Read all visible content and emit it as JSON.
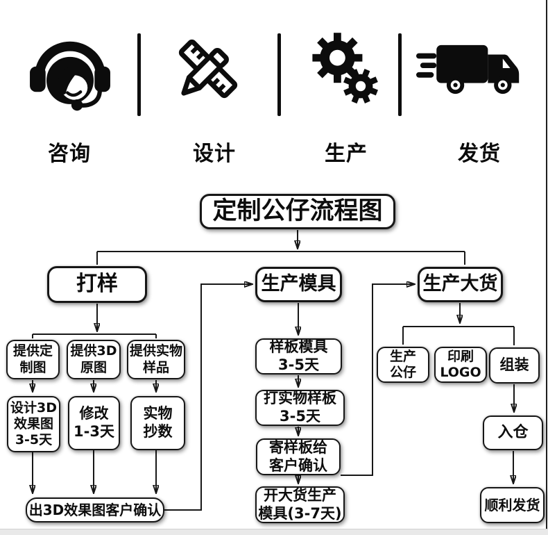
{
  "header": {
    "steps": [
      {
        "label": "咨询",
        "icon": "headset-agent-icon"
      },
      {
        "label": "设计",
        "icon": "pencil-ruler-icon"
      },
      {
        "label": "生产",
        "icon": "gears-icon"
      },
      {
        "label": "发货",
        "icon": "delivery-truck-icon"
      }
    ]
  },
  "flow": {
    "title": "定制公仔流程图",
    "branches": [
      {
        "name": "sampling",
        "label": "打样",
        "steps": {
          "provide_custom_art": "提供定\n制图",
          "provide_3d_art": "提供3D\n原图",
          "provide_physical_sample": "提供实物\n样品",
          "design_3d_render": "设计3D\n效果图\n3-5天",
          "revise": "修改\n1-3天",
          "physical_scan": "实物\n抄数",
          "render_confirm": "出3D效果图客户确认"
        }
      },
      {
        "name": "mold-production",
        "label": "生产模具",
        "steps": {
          "sample_mold": "样板模具\n3-5天",
          "make_physical_sample": "打实物样板\n3-5天",
          "send_sample_confirm": "寄样板给\n客户确认",
          "mass_mold": "开大货生产\n模具(3-7天)"
        }
      },
      {
        "name": "mass-production",
        "label": "生产大货",
        "steps": {
          "produce_figure": "生产\n公仔",
          "print_logo": "印刷\nLOGO",
          "assemble": "组装",
          "warehouse": "入仓",
          "ship": "顺利发货"
        }
      }
    ]
  },
  "colors": {
    "ink": "#0d0d0d",
    "shadow": "#9a9a9a",
    "footer_strip": "#e9e9e9"
  }
}
